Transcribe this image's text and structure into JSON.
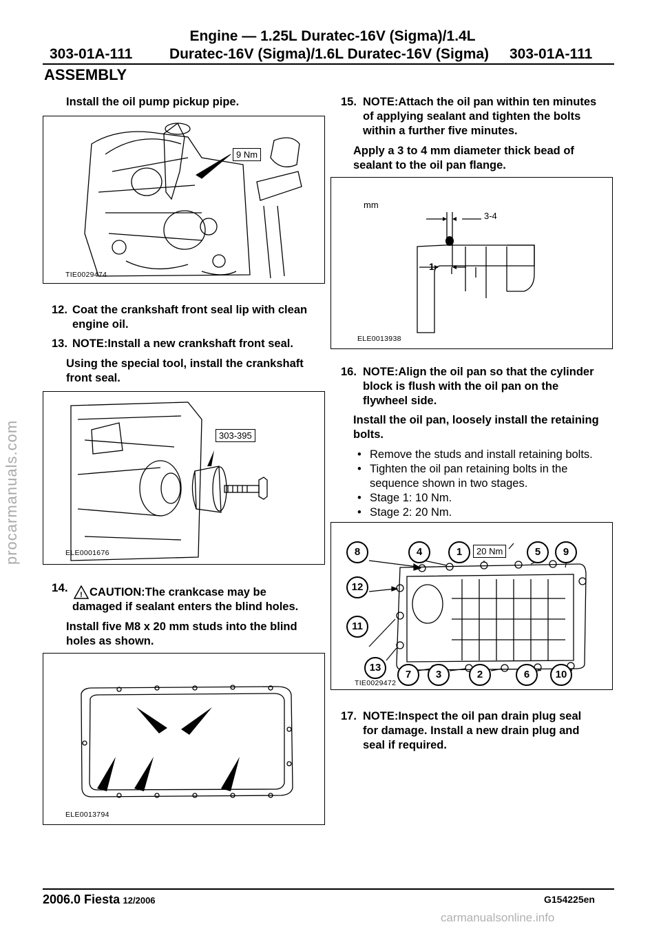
{
  "header": {
    "section_left": "303-01A-111",
    "section_right": "303-01A-111",
    "title_line1": "Engine — 1.25L Duratec-16V (Sigma)/1.4L",
    "title_line2": "Duratec-16V (Sigma)/1.6L Duratec-16V (Sigma)",
    "heading": "ASSEMBLY"
  },
  "watermark_side": "procarmanuals.com",
  "watermark_footer": "carmanualsonline.info",
  "left": {
    "step11_text": "Install the oil pump pickup pipe.",
    "fig1": {
      "id": "TIE0029474",
      "callout": "9 Nm"
    },
    "step12_num": "12.",
    "step12_text_1": "Coat the crankshaft front seal lip with clean",
    "step12_text_2": "engine oil.",
    "step13_num": "13.",
    "step13_note": "NOTE:Install a new crankshaft front seal.",
    "step13_text_1": "Using the special tool, install the crankshaft",
    "step13_text_2": "front seal.",
    "fig2": {
      "id": "ELE0001676",
      "callout": "303-395"
    },
    "step14_num": "14.",
    "step14_caution_1": "CAUTION:The crankcase may be",
    "step14_caution_2": "damaged if sealant enters the blind holes.",
    "step14_text_1": "Install five M8 x 20 mm studs into the blind",
    "step14_text_2": "holes as shown.",
    "fig3": {
      "id": "ELE0013794"
    }
  },
  "right": {
    "step15_num": "15.",
    "step15_note_1": "NOTE:Attach the oil pan within ten minutes",
    "step15_note_2": "of applying sealant and tighten the bolts",
    "step15_note_3": "within a further five minutes.",
    "step15_text_1": "Apply a 3 to 4 mm diameter thick bead of",
    "step15_text_2": "sealant to the oil pan flange.",
    "fig4": {
      "id": "ELE0013938",
      "unit": "mm",
      "dim1": "3-4",
      "dim2": "1"
    },
    "step16_num": "16.",
    "step16_note_1": "NOTE:Align the oil pan so that the cylinder",
    "step16_note_2": "block is flush with the oil pan on the",
    "step16_note_3": "flywheel side.",
    "step16_text_1": "Install the oil pan, loosely install the retaining",
    "step16_text_2": "bolts.",
    "bullets": [
      "Remove the studs and install retaining bolts.",
      "Tighten the oil pan retaining bolts in the",
      "sequence shown in two stages.",
      "Stage 1: 10 Nm.",
      "Stage 2: 20 Nm."
    ],
    "fig5": {
      "id": "TIE0029472",
      "callout": "20 Nm",
      "top_numbers": [
        "8",
        "4",
        "1",
        "5",
        "9"
      ],
      "left_numbers": [
        "12",
        "11",
        "13"
      ],
      "bottom_numbers": [
        "7",
        "3",
        "2",
        "6",
        "10"
      ]
    },
    "step17_num": "17.",
    "step17_note_1": "NOTE:Inspect the oil pan drain plug seal",
    "step17_note_2": "for damage. Install a new drain plug and",
    "step17_note_3": "seal if required."
  },
  "footer": {
    "model": "2006.0 Fiesta",
    "date": "12/2006",
    "code": "G154225en"
  }
}
